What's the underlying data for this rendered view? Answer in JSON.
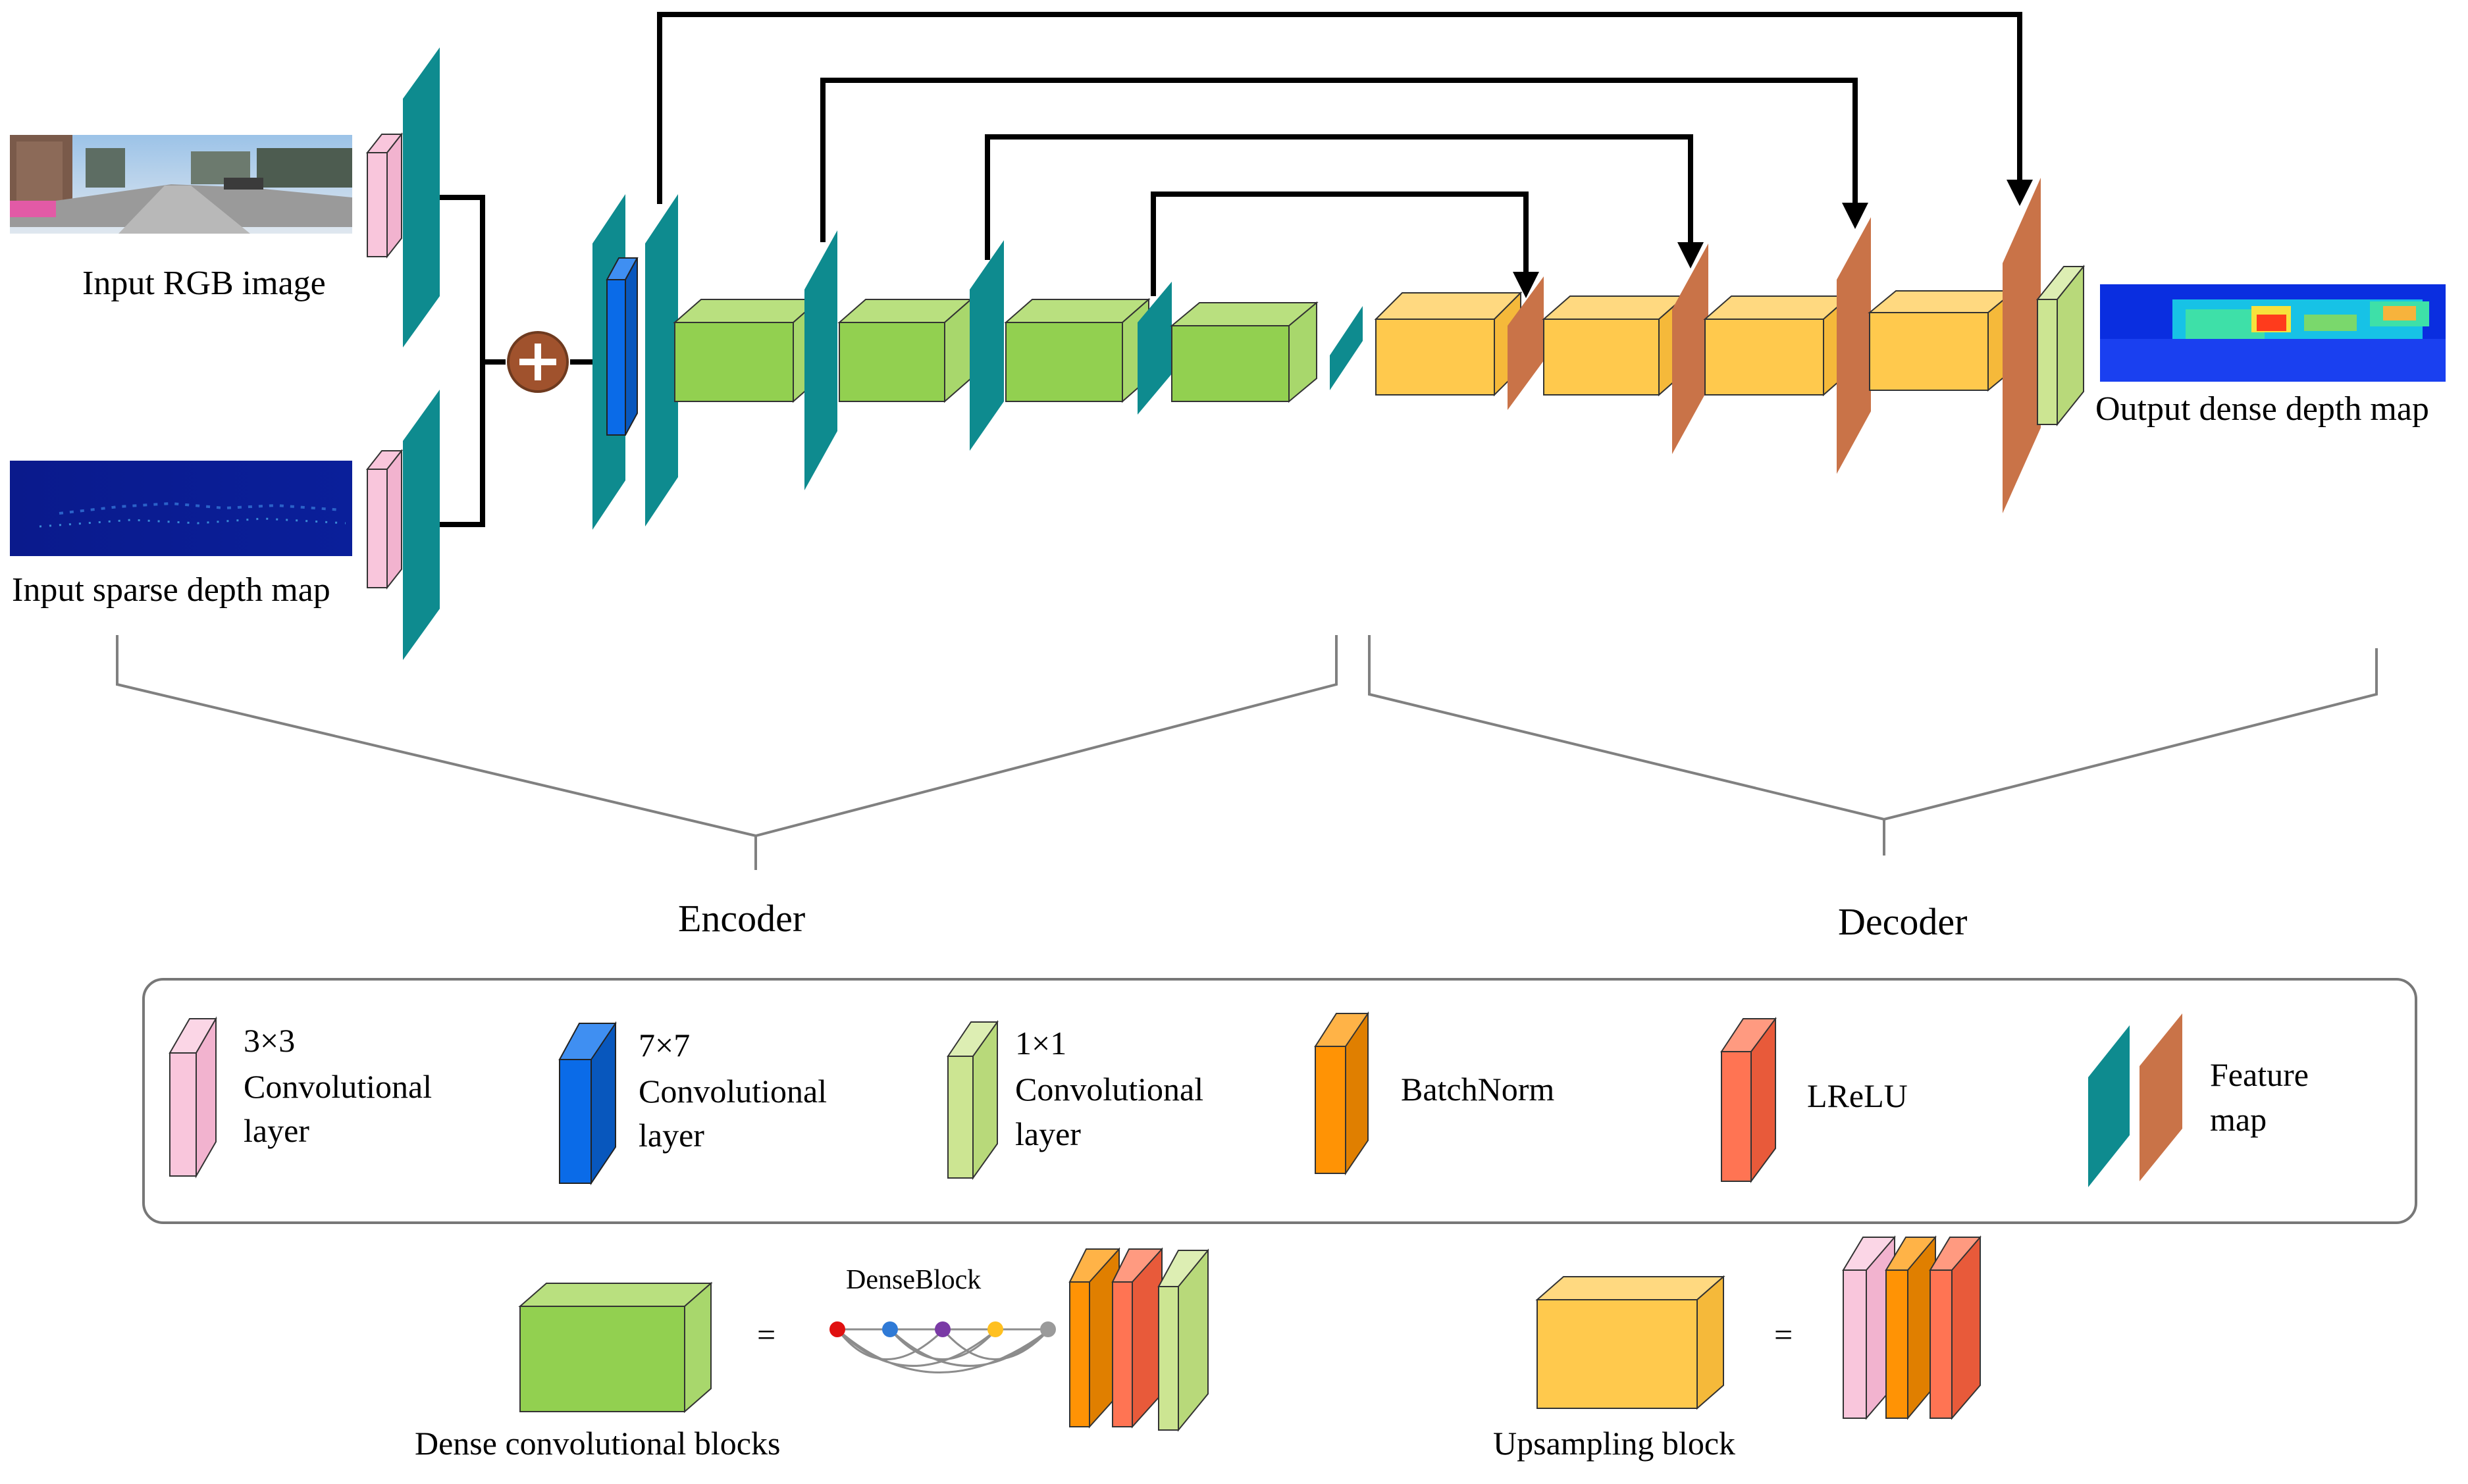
{
  "inputs": {
    "rgb_label": "Input RGB image",
    "sparse_label": "Input sparse depth map"
  },
  "output": {
    "label": "Output dense depth map"
  },
  "sections": {
    "encoder": "Encoder",
    "decoder": "Decoder"
  },
  "legend": {
    "conv3": [
      "3×3",
      "Convolutional",
      "layer"
    ],
    "conv7": [
      "7×7",
      "Convolutional",
      "layer"
    ],
    "conv1": [
      "1×1",
      "Convolutional",
      "layer"
    ],
    "batchnorm": "BatchNorm",
    "lrelu": "LReLU",
    "feature": [
      "Feature",
      "map"
    ]
  },
  "dense_def": {
    "label": "Dense convolutional blocks",
    "denseblock": "DenseBlock",
    "equals": "="
  },
  "upsample_def": {
    "label": "Upsampling block",
    "equals": "="
  },
  "colors": {
    "conv3": "#F9C6DC",
    "conv7": "#0A6BE8",
    "conv1": "#CCE592",
    "batchnorm": "#FF9305",
    "lrelu": "#FF7453",
    "feature_teal": "#0E8B8F",
    "feature_orange": "#C97348",
    "dense_block": "#92D050",
    "upsample_block": "#FFC94D",
    "plus_circle": "#A0522D"
  }
}
